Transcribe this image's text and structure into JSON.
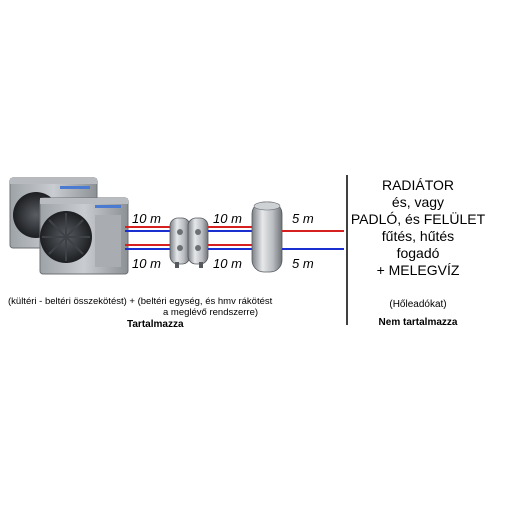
{
  "diagram": {
    "pipes": {
      "seg1_top": "10 m",
      "seg2_top": "10 m",
      "seg3_top": "5 m",
      "seg1_bottom": "10 m",
      "seg2_bottom": "10 m",
      "seg3_bottom": "5 m"
    },
    "left_note": {
      "line1": "(kültéri - beltéri összekötést) + (beltéri egység, és hmv rákötést",
      "line2": "a meglévő rendszerre)",
      "included_label": "Tartalmazza"
    },
    "right_panel": {
      "lines": [
        "RADIÁTOR",
        "és, vagy",
        "PADLÓ, és FELÜLET",
        "fűtés, hűtés",
        "fogadó",
        "+ MELEGVÍZ"
      ],
      "note": "(Hőleadókat)",
      "excluded_label": "Nem tartalmazza"
    },
    "colors": {
      "hot_pipe": "#d62020",
      "cold_pipe": "#1a2fd0",
      "divider": "#000000"
    }
  }
}
